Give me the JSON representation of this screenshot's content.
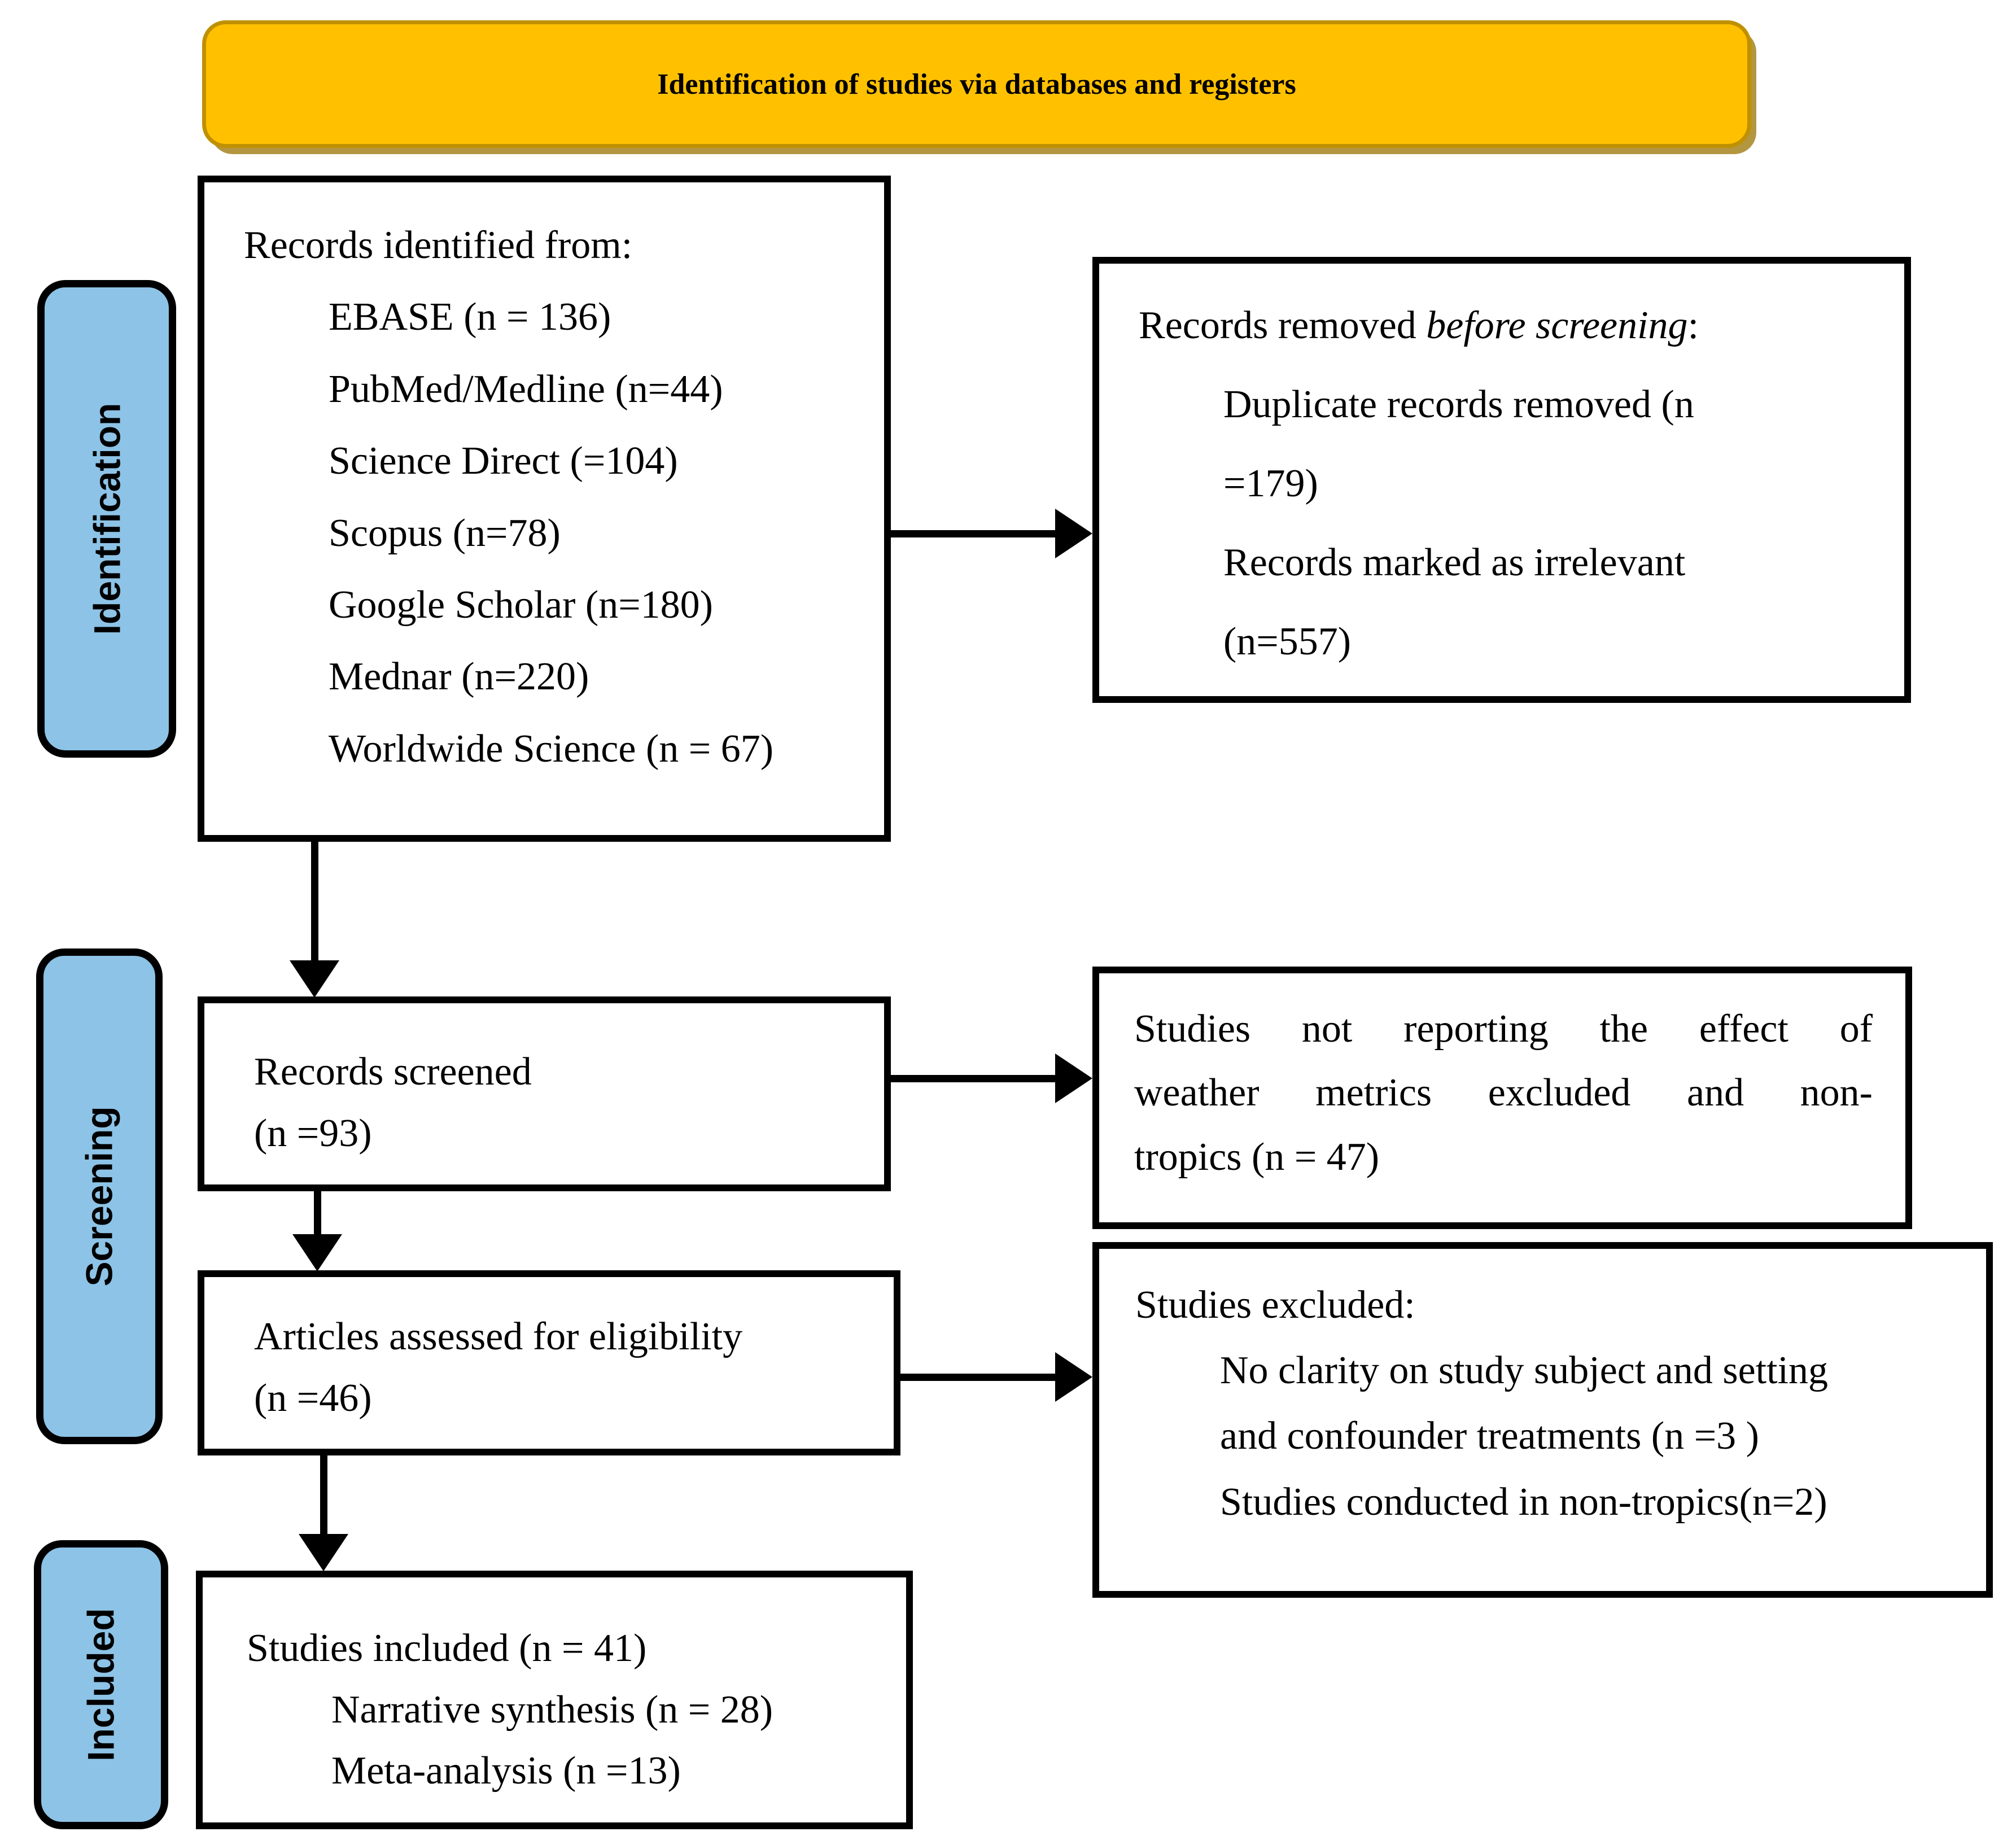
{
  "header": {
    "title": "Identification of studies via databases and registers"
  },
  "stages": {
    "identification": "Identification",
    "screening": "Screening",
    "included": "Included"
  },
  "boxes": {
    "records_identified": {
      "intro": "Records identified from:",
      "items": [
        "EBASE (n = 136)",
        "PubMed/Medline (n=44)",
        "Science Direct (=104)",
        "Scopus (n=78)",
        "Google Scholar (n=180)",
        "Mednar (n=220)",
        "Worldwide Science (n = 67)"
      ]
    },
    "records_removed": {
      "intro_prefix": "Records removed ",
      "intro_italic": "before screening",
      "intro_suffix": ":",
      "lines": [
        "Duplicate records removed (n",
        "=179)",
        "Records marked as irrelevant",
        "(n=557)"
      ]
    },
    "records_screened": {
      "lines": [
        "Records screened",
        "(n =93)"
      ]
    },
    "studies_not_reporting": {
      "lines": [
        "Studies not reporting the effect of",
        "weather metrics excluded and non-",
        "tropics (n = 47)"
      ]
    },
    "articles_assessed": {
      "lines": [
        "Articles assessed for eligibility",
        "(n =46)"
      ]
    },
    "studies_excluded": {
      "intro": "Studies excluded:",
      "items": [
        "No clarity on study subject and setting",
        "and confounder treatments (n =3 )",
        "Studies conducted in non-tropics(n=2)"
      ]
    },
    "studies_included": {
      "intro": "Studies included (n = 41)",
      "items": [
        "Narrative synthesis (n = 28)",
        "Meta-analysis (n =13)"
      ]
    }
  },
  "colors": {
    "header_bg": "#FFC000",
    "header_border": "#BF9000",
    "stage_bg": "#8DC3E6",
    "box_border": "#000000",
    "arrow": "#000000"
  }
}
